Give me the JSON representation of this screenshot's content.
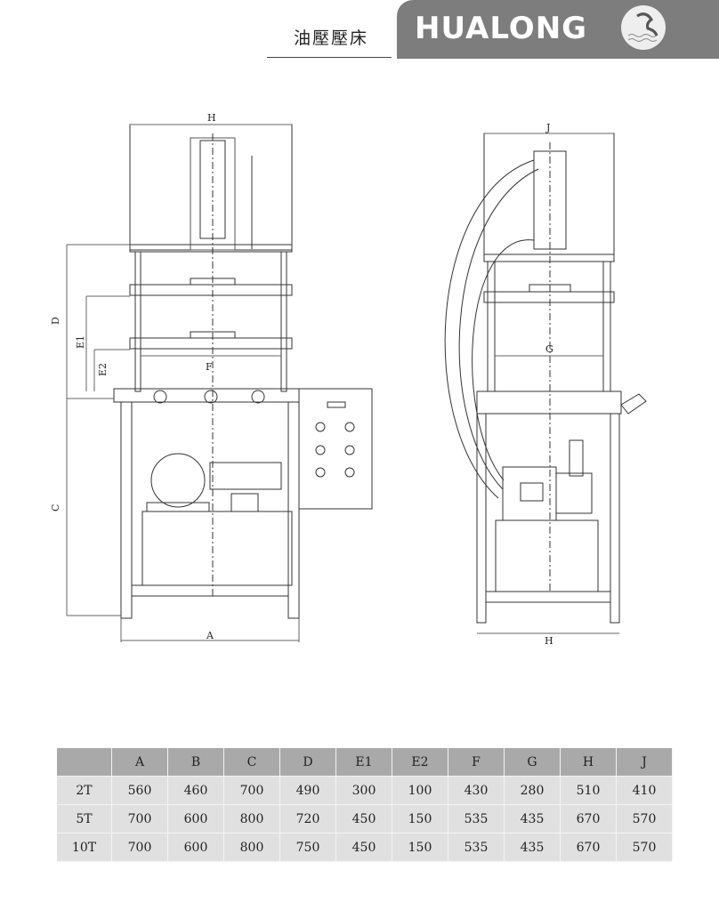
{
  "header": {
    "title": "油壓壓床",
    "brand": "HUALONG"
  },
  "drawing_front": {
    "labels": {
      "top_width": "H",
      "total_height": "D",
      "stroke_e1": "E1",
      "stroke_e2": "E2",
      "table_width": "F",
      "base_height": "C",
      "base_width": "A"
    }
  },
  "drawing_side": {
    "labels": {
      "top_width": "J",
      "column_gap": "G",
      "base_width": "H"
    }
  },
  "table": {
    "headers": [
      "",
      "A",
      "B",
      "C",
      "D",
      "E1",
      "E2",
      "F",
      "G",
      "H",
      "J"
    ],
    "rows": [
      [
        "2T",
        "560",
        "460",
        "700",
        "490",
        "300",
        "100",
        "430",
        "280",
        "510",
        "410"
      ],
      [
        "5T",
        "700",
        "600",
        "800",
        "720",
        "450",
        "150",
        "535",
        "435",
        "670",
        "570"
      ],
      [
        "10T",
        "700",
        "600",
        "800",
        "750",
        "450",
        "150",
        "535",
        "435",
        "670",
        "570"
      ]
    ]
  }
}
